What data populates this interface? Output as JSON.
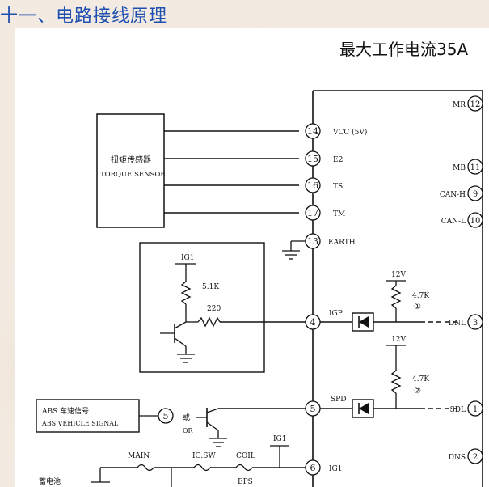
{
  "title": "十一、电路接线原理",
  "subtitle": "最大工作电流35A",
  "torque_sensor": {
    "label_cn": "扭矩传感器",
    "label_en": "TORQUE SENSOR"
  },
  "left_pins": [
    {
      "num": "14",
      "label": "VCC (5V)"
    },
    {
      "num": "15",
      "label": "E2"
    },
    {
      "num": "16",
      "label": "TS"
    },
    {
      "num": "17",
      "label": "TM"
    },
    {
      "num": "13",
      "label": "EARTH"
    },
    {
      "num": "4",
      "label": "IGP"
    },
    {
      "num": "5",
      "label": "SPD"
    },
    {
      "num": "6",
      "label": "IG1"
    }
  ],
  "right_pins": [
    {
      "num": "12",
      "label": "MR"
    },
    {
      "num": "11",
      "label": "MB"
    },
    {
      "num": "9",
      "label": "CAN-H"
    },
    {
      "num": "10",
      "label": "CAN-L"
    },
    {
      "num": "3",
      "label": "DNL"
    },
    {
      "num": "1",
      "label": "SDL"
    },
    {
      "num": "2",
      "label": "DNS"
    }
  ],
  "ig_circuit": {
    "ig_label": "IG1",
    "r1": "5.1K",
    "r2": "220"
  },
  "pullups": [
    {
      "voltage": "12V",
      "resistor": "4.7K",
      "circle": "①"
    },
    {
      "voltage": "12V",
      "resistor": "4.7K",
      "circle": "②"
    }
  ],
  "abs": {
    "label_cn": "ABS 车速信号",
    "label_en": "ABS VEHICLE SIGNAL",
    "pin": "5",
    "or_cn": "或",
    "or_en": "OR"
  },
  "power": {
    "main": "MAIN",
    "igsw": "IG.SW",
    "coil": "COIL",
    "eps": "EPS",
    "ig1": "IG1",
    "battery": "蓄电池"
  }
}
